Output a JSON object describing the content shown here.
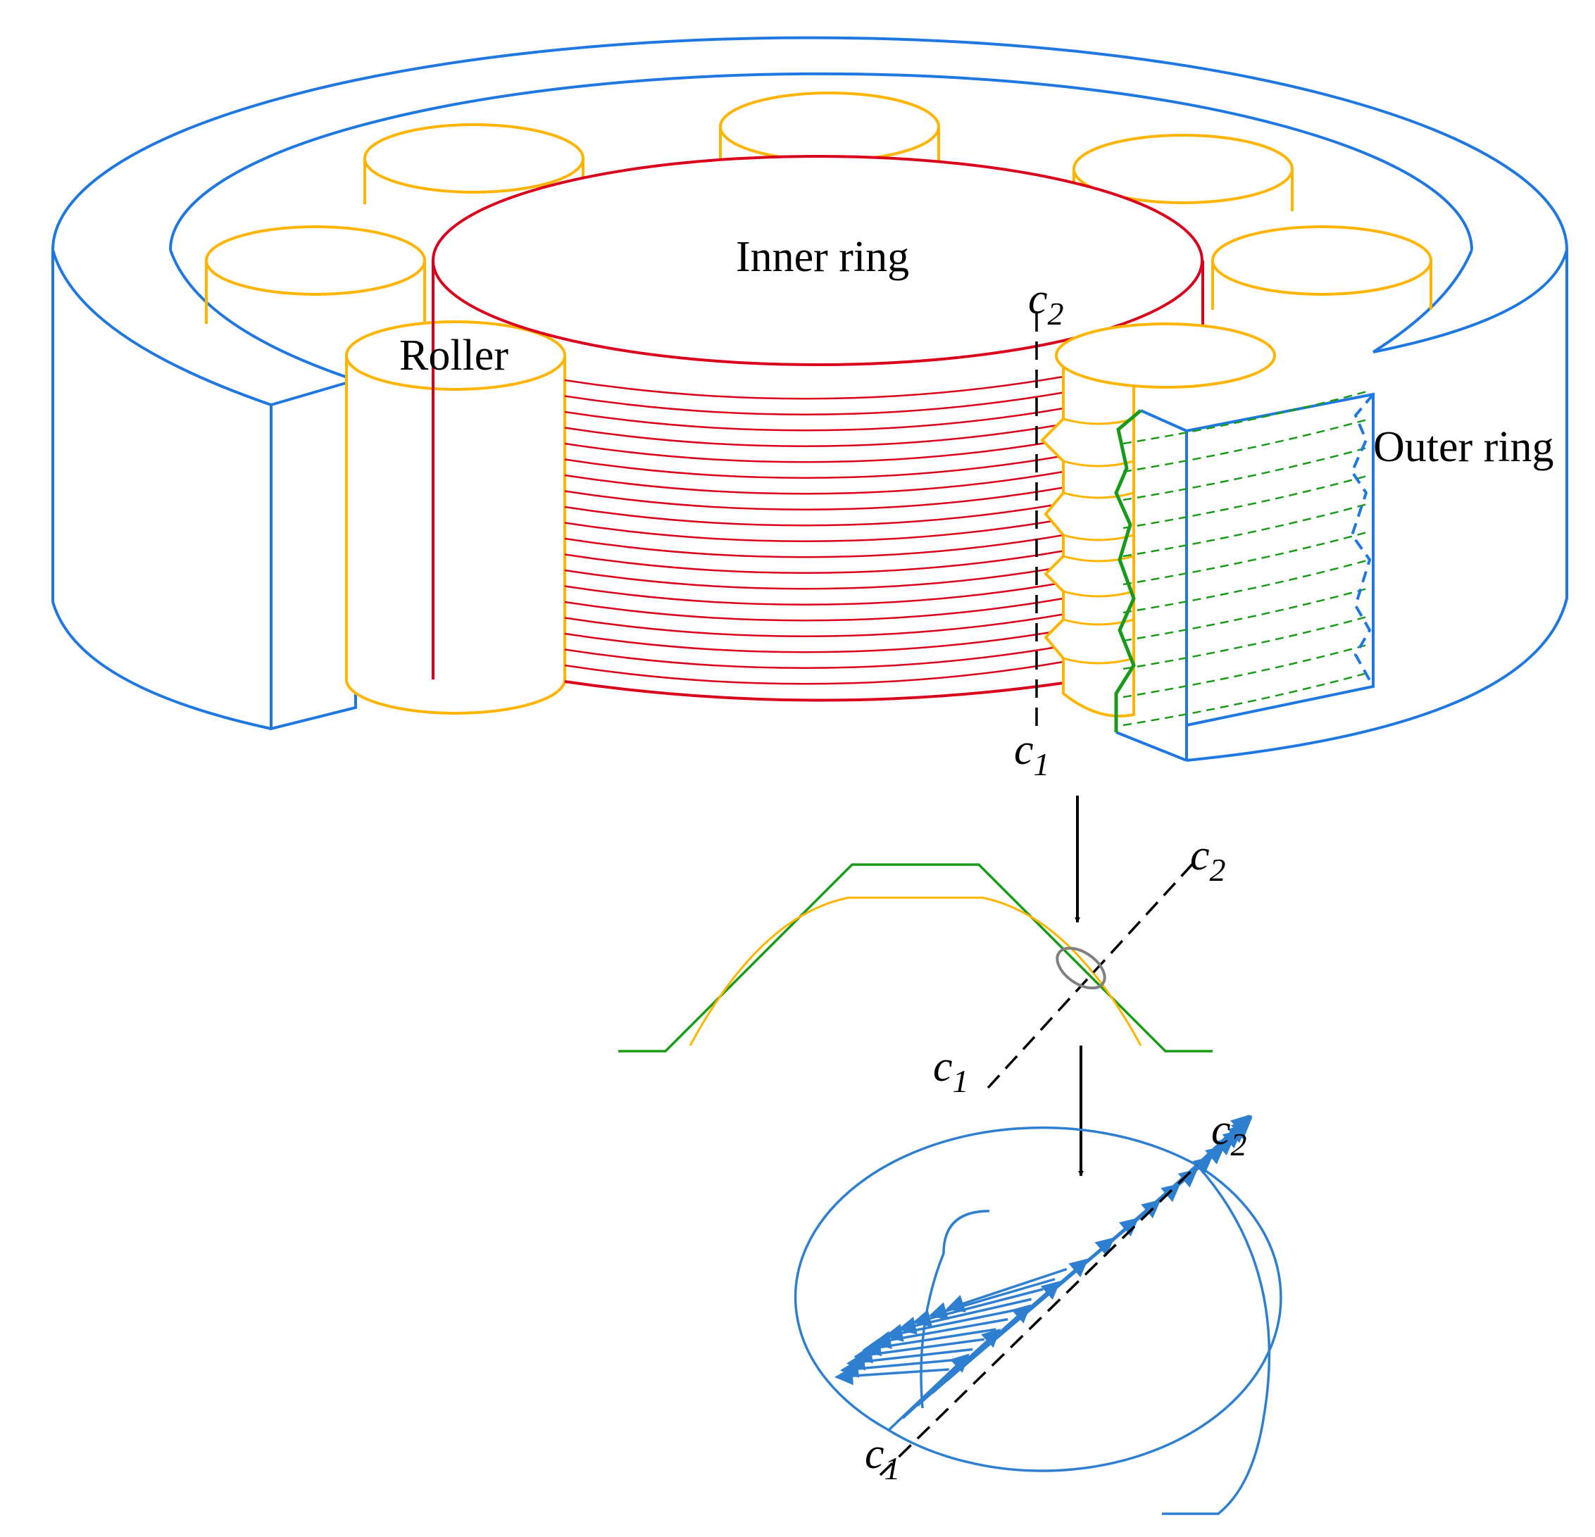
{
  "labels": {
    "inner_ring": "Inner ring",
    "roller": "Roller",
    "outer_ring": "Outer ring"
  },
  "axis_symbol": "c",
  "axis_subscripts": {
    "one": "1",
    "two": "2"
  },
  "colors": {
    "outer_ring": "#1f77e0",
    "roller": "#ffb400",
    "inner_ring": "#d9001b",
    "green_profile": "#1a9a1a",
    "contact_ellipse": "#808080",
    "pressure": "#2f7fd0",
    "axis": "#000000"
  }
}
